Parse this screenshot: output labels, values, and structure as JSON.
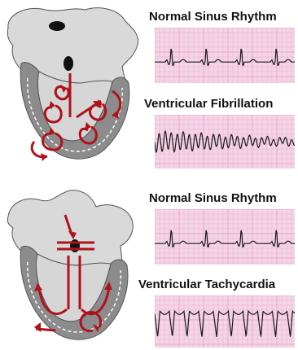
{
  "panels": [
    {
      "rhythm_label": "Normal Sinus Rhythm",
      "arrhythmia_label": "Ventricular Fibrillation"
    },
    {
      "rhythm_label": "Normal Sinus Rhythm",
      "arrhythmia_label": "Ventricular Tachycardia"
    }
  ],
  "colors": {
    "ecg_background": "#f4d4e6",
    "ecg_grid": "#e6a9c9",
    "ecg_trace": "#1a1a1a",
    "heart_fill": "#d8d8d8",
    "ventricle_wall": "#8a8a8a",
    "conduction_arrow": "#b0121c"
  }
}
